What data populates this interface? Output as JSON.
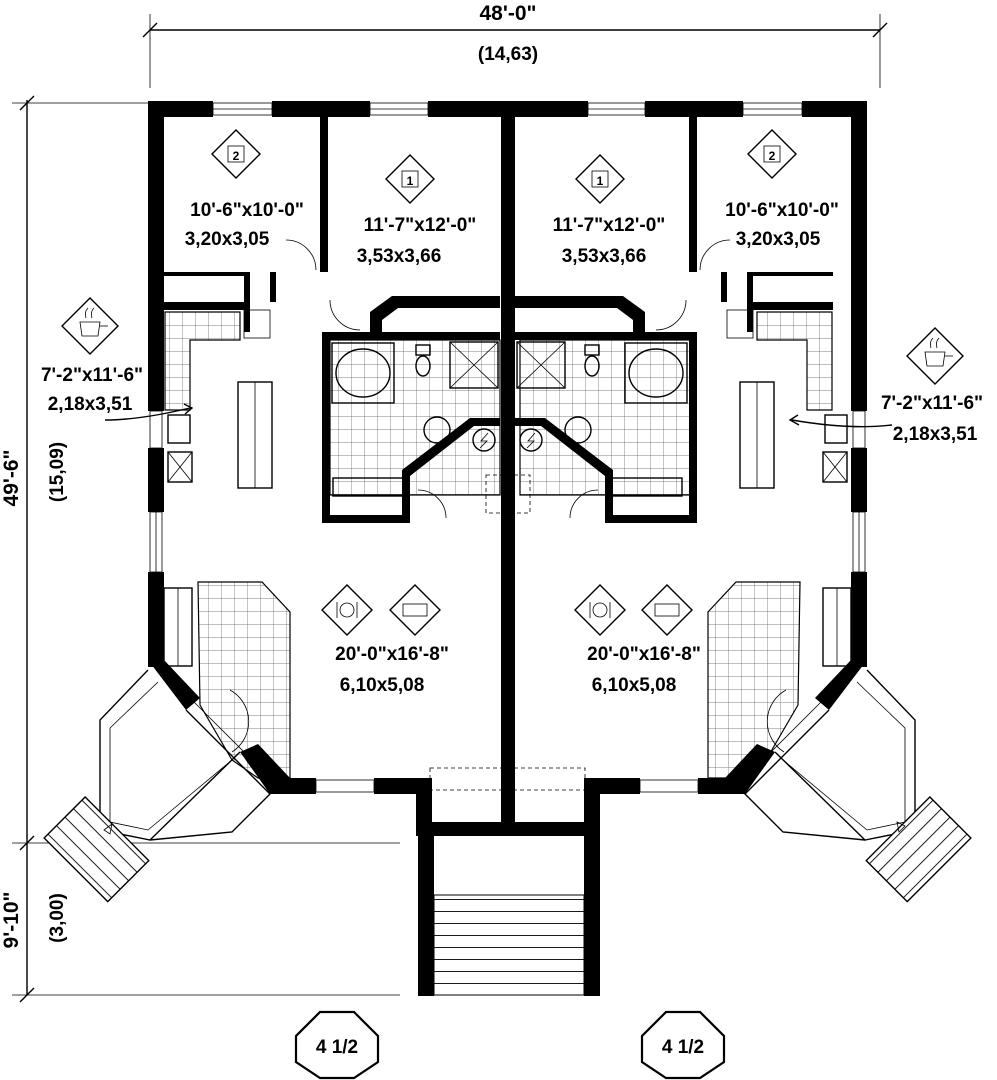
{
  "dimensions": {
    "overall_width": "48'-0\"",
    "overall_width_metric": "(14,63)",
    "overall_depth": "49'-6\"",
    "overall_depth_metric": "(15,09)",
    "porch_depth": "9'-10\"",
    "porch_depth_metric": "(3,00)"
  },
  "rooms": {
    "bedroom2_left": {
      "badge": "2",
      "size_imperial": "10'-6\"x10'-0\"",
      "size_metric": "3,20x3,05"
    },
    "bedroom1_left": {
      "badge": "1",
      "size_imperial": "11'-7\"x12'-0\"",
      "size_metric": "3,53x3,66"
    },
    "bedroom1_right": {
      "badge": "1",
      "size_imperial": "11'-7\"x12'-0\"",
      "size_metric": "3,53x3,66"
    },
    "bedroom2_right": {
      "badge": "2",
      "size_imperial": "10'-6\"x10'-0\"",
      "size_metric": "3,20x3,05"
    },
    "kitchen_left": {
      "size_imperial": "7'-2\"x11'-6\"",
      "size_metric": "2,18x3,51"
    },
    "kitchen_right": {
      "size_imperial": "7'-2\"x11'-6\"",
      "size_metric": "2,18x3,51"
    },
    "living_left": {
      "size_imperial": "20'-0\"x16'-8\"",
      "size_metric": "6,10x5,08"
    },
    "living_right": {
      "size_imperial": "20'-0\"x16'-8\"",
      "size_metric": "6,10x5,08"
    }
  },
  "units": [
    {
      "label": "4 1/2"
    },
    {
      "label": "4 1/2"
    }
  ],
  "icons": [
    "bedroom-badge-icon",
    "kitchen-pot-icon",
    "dining-plate-icon",
    "living-sofa-icon",
    "electric-panel-icon"
  ]
}
